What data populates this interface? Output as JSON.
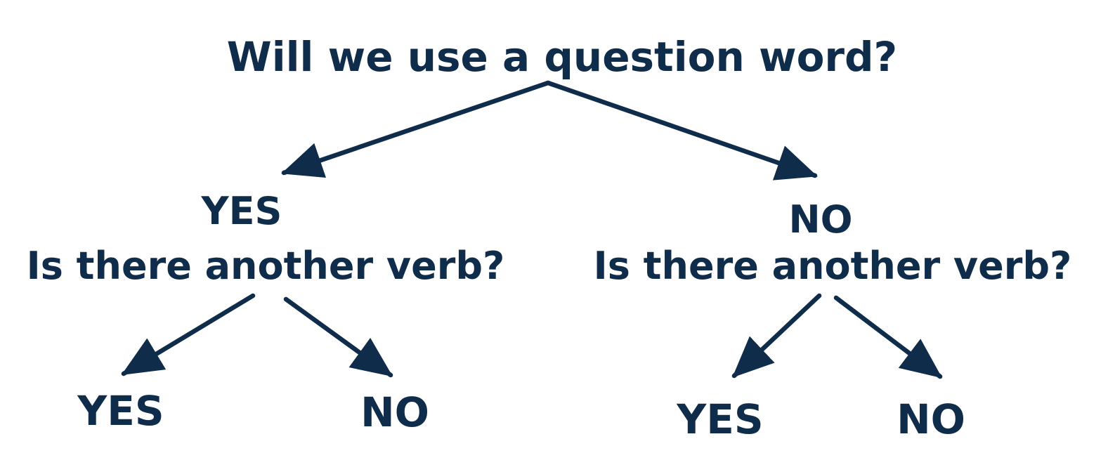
{
  "colors": {
    "ink": "#0f2d4b",
    "background": "#ffffff"
  },
  "diagram": {
    "root_question": "Will we use a question word?",
    "left_branch": {
      "answer": "YES",
      "question": "Is there another verb?",
      "children": [
        "YES",
        "NO"
      ]
    },
    "right_branch": {
      "answer": "NO",
      "question": "Is there another verb?",
      "children": [
        "YES",
        "NO"
      ]
    }
  }
}
